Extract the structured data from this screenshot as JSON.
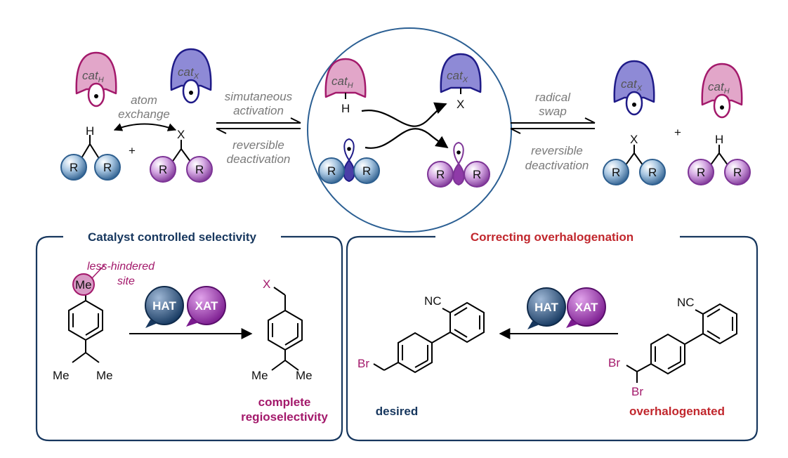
{
  "colors": {
    "cat_h_fill": "#e2a6c9",
    "cat_h_stroke": "#a3196b",
    "cat_x_fill": "#8e8ad6",
    "cat_x_stroke": "#1f1b88",
    "r_blue": "#3f78ac",
    "r_purple": "#9b4fb2",
    "navy": "#17375e",
    "crimson": "#c1272d",
    "magenta": "#a3196b"
  },
  "catalysts": {
    "cat_h": {
      "base": "cat",
      "sub": "H"
    },
    "cat_x": {
      "base": "cat",
      "sub": "X"
    }
  },
  "atoms": {
    "H": "H",
    "X": "X",
    "R": "R",
    "Me": "Me",
    "Br": "Br",
    "NC": "NC",
    "plus": "+"
  },
  "top": {
    "atom_exchange": [
      "atom",
      "exchange"
    ],
    "activation": [
      "simutaneous",
      "activation"
    ],
    "deactivation_left": [
      "reversible",
      "deactivation"
    ],
    "radical_swap": [
      "radical",
      "swap"
    ],
    "deactivation_right": [
      "reversible",
      "deactivation"
    ]
  },
  "left_panel": {
    "title": "Catalyst controlled selectivity",
    "site_label": [
      "less-hindered",
      "site"
    ],
    "hat": "HAT",
    "xat": "XAT",
    "result": [
      "complete",
      "regioselectivity"
    ]
  },
  "right_panel": {
    "title": "Correcting overhalogenation",
    "hat": "HAT",
    "xat": "XAT",
    "desired": "desired",
    "overhalogenated": "overhalogenated"
  }
}
